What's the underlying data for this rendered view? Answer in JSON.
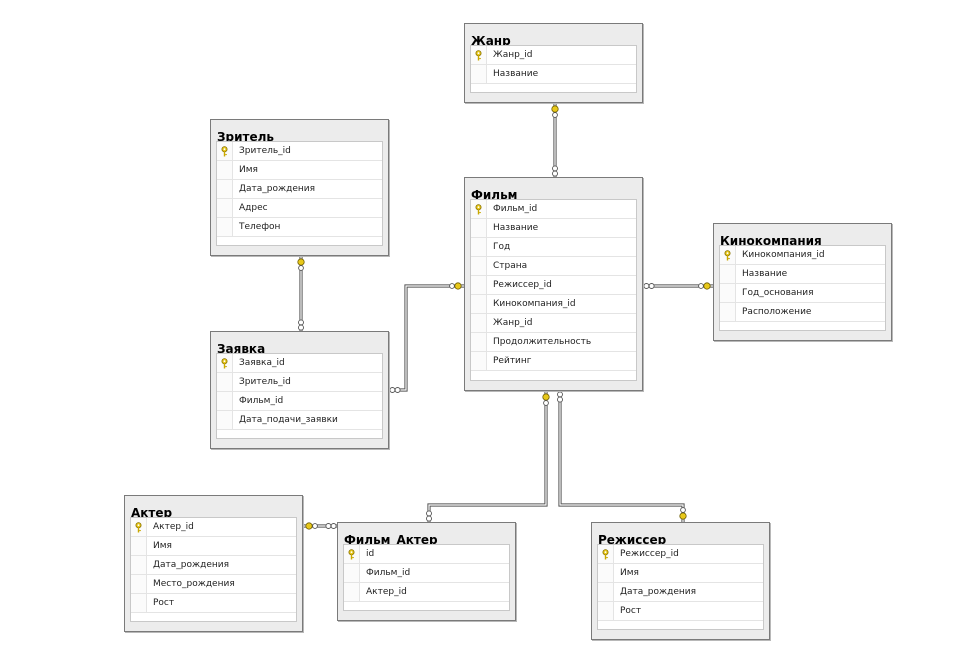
{
  "tables": [
    {
      "id": "zhanr",
      "title": "Жанр",
      "columns": [
        {
          "name": "Жанр_id",
          "pk": true
        },
        {
          "name": "Название",
          "pk": false
        }
      ]
    },
    {
      "id": "zritel",
      "title": "Зритель",
      "columns": [
        {
          "name": "Зритель_id",
          "pk": true
        },
        {
          "name": "Имя",
          "pk": false
        },
        {
          "name": "Дата_рождения",
          "pk": false
        },
        {
          "name": "Адрес",
          "pk": false
        },
        {
          "name": "Телефон",
          "pk": false
        }
      ]
    },
    {
      "id": "film",
      "title": "Фильм",
      "columns": [
        {
          "name": "Фильм_id",
          "pk": true
        },
        {
          "name": "Название",
          "pk": false
        },
        {
          "name": "Год",
          "pk": false
        },
        {
          "name": "Страна",
          "pk": false
        },
        {
          "name": "Режиссер_id",
          "pk": false
        },
        {
          "name": "Кинокомпания_id",
          "pk": false
        },
        {
          "name": "Жанр_id",
          "pk": false
        },
        {
          "name": "Продолжительность",
          "pk": false
        },
        {
          "name": "Рейтинг",
          "pk": false
        }
      ]
    },
    {
      "id": "kinokompaniya",
      "title": "Кинокомпания",
      "columns": [
        {
          "name": "Кинокомпания_id",
          "pk": true
        },
        {
          "name": "Название",
          "pk": false
        },
        {
          "name": "Год_основания",
          "pk": false
        },
        {
          "name": "Расположение",
          "pk": false
        }
      ]
    },
    {
      "id": "zayavka",
      "title": "Заявка",
      "columns": [
        {
          "name": "Заявка_id",
          "pk": true
        },
        {
          "name": "Зритель_id",
          "pk": false
        },
        {
          "name": "Фильм_id",
          "pk": false
        },
        {
          "name": "Дата_подачи_заявки",
          "pk": false
        }
      ]
    },
    {
      "id": "akter",
      "title": "Актер",
      "columns": [
        {
          "name": "Актер_id",
          "pk": true
        },
        {
          "name": "Имя",
          "pk": false
        },
        {
          "name": "Дата_рождения",
          "pk": false
        },
        {
          "name": "Место_рождения",
          "pk": false
        },
        {
          "name": "Рост",
          "pk": false
        }
      ]
    },
    {
      "id": "film_akter",
      "title": "Фильм_Актер",
      "columns": [
        {
          "name": "id",
          "pk": true
        },
        {
          "name": "Фильм_id",
          "pk": false
        },
        {
          "name": "Актер_id",
          "pk": false
        }
      ]
    },
    {
      "id": "rezhisser",
      "title": "Режиссер",
      "columns": [
        {
          "name": "Режиссер_id",
          "pk": true
        },
        {
          "name": "Имя",
          "pk": false
        },
        {
          "name": "Дата_рождения",
          "pk": false
        },
        {
          "name": "Рост",
          "pk": false
        }
      ]
    }
  ],
  "relationships": [
    {
      "from": "zhanr",
      "to": "film"
    },
    {
      "from": "zritel",
      "to": "zayavka"
    },
    {
      "from": "film",
      "to": "zayavka"
    },
    {
      "from": "kinokompaniya",
      "to": "film"
    },
    {
      "from": "film",
      "to": "film_akter"
    },
    {
      "from": "akter",
      "to": "film_akter"
    },
    {
      "from": "rezhisser",
      "to": "film"
    }
  ],
  "colors": {
    "key": "#e8c81a",
    "line": "#555555",
    "background": "#ffffff",
    "table_bg": "#ececec"
  },
  "icons": {
    "primary_key": "key-icon"
  }
}
